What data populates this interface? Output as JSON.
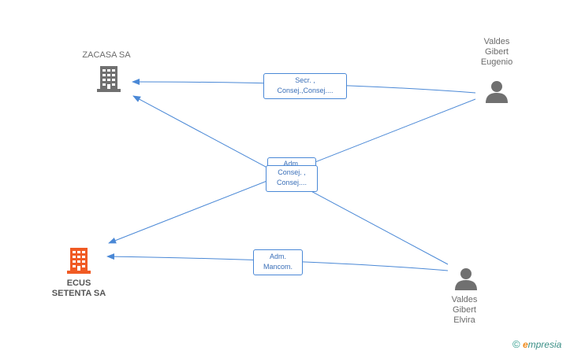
{
  "nodes": {
    "zacasa": {
      "label": "ZACASA SA",
      "icon": "building-icon",
      "color": "#707070"
    },
    "ecus": {
      "label_line1": "ECUS",
      "label_line2": "SETENTA SA",
      "icon": "building-icon",
      "color": "#f05a23"
    },
    "eugenio": {
      "line1": "Valdes",
      "line2": "Gibert",
      "line3": "Eugenio",
      "icon": "person-icon",
      "color": "#707070"
    },
    "elvira": {
      "line1": "Valdes",
      "line2": "Gibert",
      "line3": "Elvira",
      "icon": "person-icon",
      "color": "#707070"
    }
  },
  "edges": {
    "e1": {
      "line1": "Secr. ,",
      "line2": "Consej.,Consej...."
    },
    "e2": {
      "line1": "Adm.",
      "line2": ""
    },
    "e3": {
      "line1": "Consej. ,",
      "line2": "Consej...."
    },
    "e4": {
      "line1": "Adm.",
      "line2": "Mancom."
    }
  },
  "colors": {
    "edge": "#4a88d6"
  },
  "brand": {
    "copyright": "©",
    "e": "e",
    "rest": "mpresia"
  }
}
